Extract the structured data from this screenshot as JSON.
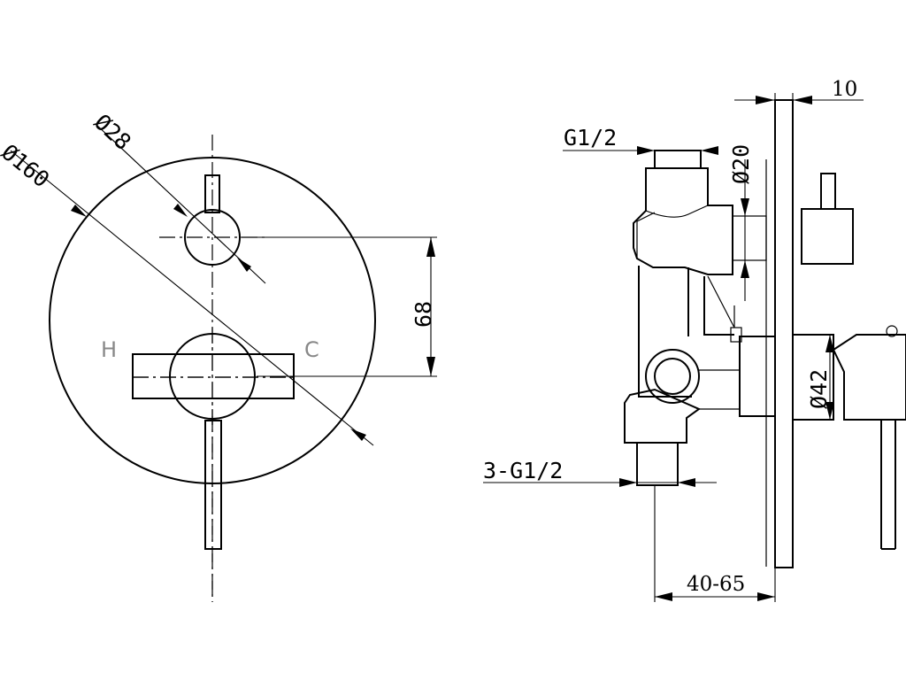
{
  "front_view": {
    "dim_plate_diameter": "Ø160",
    "dim_handle_diameter": "Ø28",
    "dim_spacing": "68",
    "label_hot": "H",
    "label_cold": "C"
  },
  "side_view": {
    "dim_plate_thickness": "10",
    "dim_inlet_thread": "G1/2",
    "dim_spout_diameter": "Ø20",
    "dim_knob_diameter": "Ø42",
    "dim_outlet_thread": "3-G1/2",
    "dim_depth": "40-65"
  }
}
